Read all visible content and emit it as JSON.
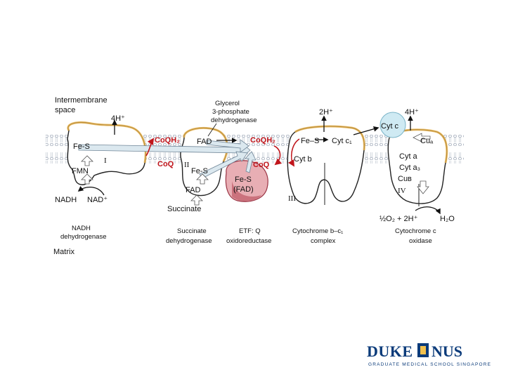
{
  "region_labels": {
    "intermembrane_space": [
      "Intermembrane",
      "space"
    ],
    "matrix": "Matrix"
  },
  "complex1": {
    "protons": "4H⁺",
    "fes": "Fe-S",
    "fmn": "FMN",
    "roman": "I",
    "nadh": "NADH",
    "nad_plus": "NAD⁺",
    "name": [
      "NADH",
      "dehydrogenase"
    ]
  },
  "coq_labels": {
    "coqh2_left": "CoQH₂",
    "coq_left": "CoQ",
    "coqh2_right": "CoQH₂",
    "coq_right": "CoQ"
  },
  "glycerol_dh": {
    "name": [
      "Glycerol",
      "3-phosphate",
      "dehydrogenase"
    ],
    "fad": "FAD"
  },
  "complex2": {
    "roman": "II",
    "fes": "Fe-S",
    "fad": "FAD",
    "substrate": "Succinate",
    "name": [
      "Succinate",
      "dehydrogenase"
    ]
  },
  "etf": {
    "fes": "Fe-S",
    "fad": "(FAD)",
    "name": [
      "ETF: Q",
      "oxidoreductase"
    ]
  },
  "complex3": {
    "protons": "2H⁺",
    "fes": "Fe–S",
    "cyt_c1": "Cyt c₁",
    "cyt_b": "Cyt b",
    "roman": "III",
    "name": [
      "Cytochrome b–c₁",
      "complex"
    ]
  },
  "complex4": {
    "protons": "4H⁺",
    "cyt_c": "Cyt c",
    "cu_a": "Cuₐ",
    "cyt_a": "Cyt a",
    "cyt_a3": "Cyt a₃",
    "cu_b": "Cuʙ",
    "roman": "IV",
    "reaction_left": "½O₂ + 2H⁺",
    "reaction_right": "H₂O",
    "name": [
      "Cytochrome c",
      "oxidase"
    ]
  },
  "logo": {
    "duke": "DUKE",
    "nus": "NUS",
    "subtitle": "GRADUATE MEDICAL SCHOOL SINGAPORE"
  },
  "colors": {
    "membrane_edge": "#e8b24a",
    "protein_outline": "#222222",
    "arrow_red": "#c0151b",
    "etf_fill": "#e8aeb4",
    "etf_dark": "#b84a58",
    "cyt_c_fill": "#cfeaf3",
    "arrow_pale": "#dbe8ef",
    "logo_blue": "#0b3b7a"
  }
}
